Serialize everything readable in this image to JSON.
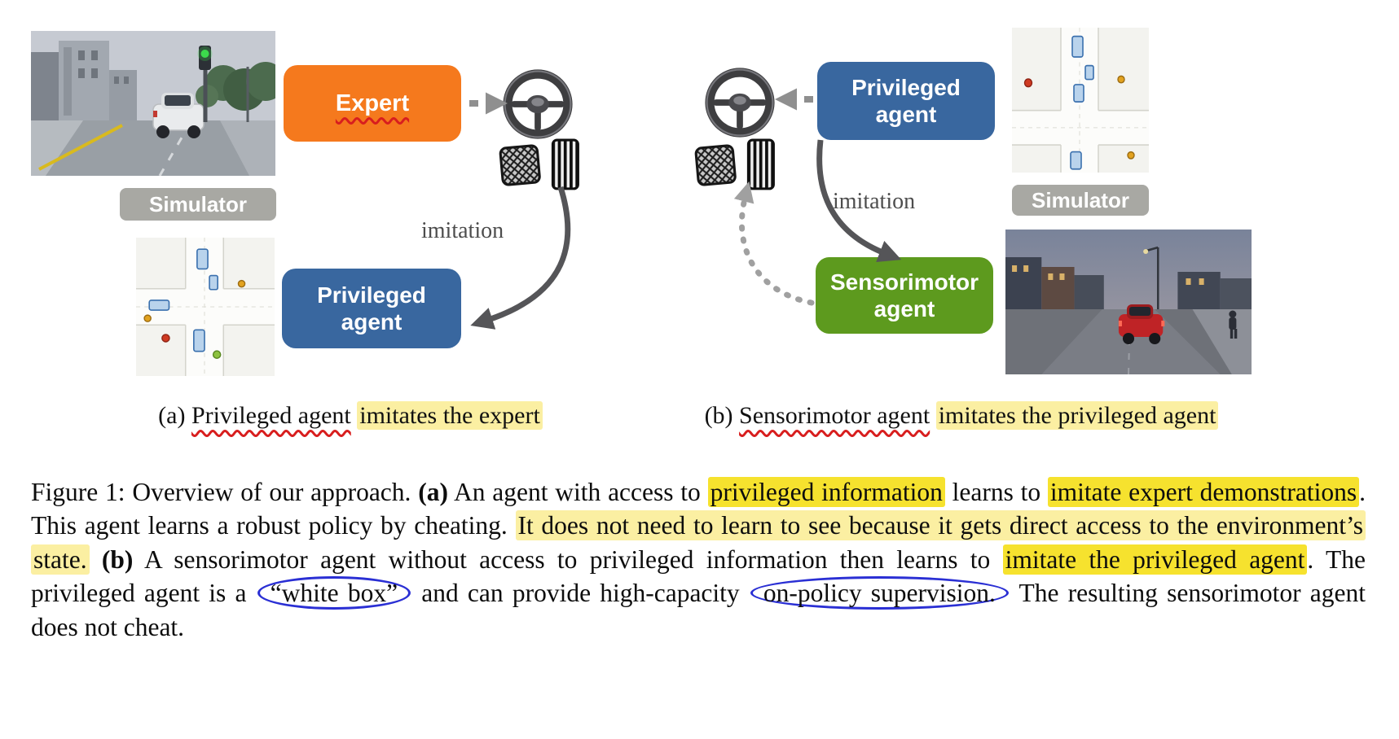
{
  "panel_a": {
    "expert_box": {
      "label": "Expert"
    },
    "privileged_box": {
      "label": "Privileged agent"
    },
    "simulator_label": "Simulator",
    "imitation_label": "imitation",
    "caption": {
      "prefix": "(a) ",
      "subject": "Privileged agent",
      "highlighted": "imitates the expert"
    }
  },
  "panel_b": {
    "privileged_box": {
      "label": "Privileged agent"
    },
    "sensorimotor_box": {
      "label": "Sensorimotor agent"
    },
    "simulator_label": "Simulator",
    "imitation_label": "imitation",
    "caption": {
      "prefix": "(b) ",
      "subject": "Sensorimotor agent",
      "highlighted": "imitates the privileged agent"
    }
  },
  "figure_caption": {
    "segments": [
      {
        "text": "Figure 1:  Overview of our approach. ",
        "style": "normal"
      },
      {
        "text": "(a)",
        "style": "bold"
      },
      {
        "text": " An agent with access to ",
        "style": "normal"
      },
      {
        "text": "privileged information",
        "style": "highlight-strong"
      },
      {
        "text": " learns to ",
        "style": "normal"
      },
      {
        "text": "imitate expert demonstrations",
        "style": "highlight-strong"
      },
      {
        "text": ". This agent learns a robust policy by cheating. ",
        "style": "normal"
      },
      {
        "text": "It does not need to learn to see because it gets direct access to the environment’s state.",
        "style": "highlight-light"
      },
      {
        "text": " ",
        "style": "normal"
      },
      {
        "text": "(b)",
        "style": "bold"
      },
      {
        "text": " A sensorimotor agent without access to privileged information then learns to ",
        "style": "normal"
      },
      {
        "text": "imitate the privileged agent",
        "style": "highlight-strong"
      },
      {
        "text": ". The privileged agent is a ",
        "style": "normal"
      },
      {
        "text": "“white box”",
        "style": "blue-circle"
      },
      {
        "text": " and can provide high-capacity ",
        "style": "normal"
      },
      {
        "text": "on-policy supervision.",
        "style": "blue-circle"
      },
      {
        "text": " The resulting sensorimotor agent does not cheat.",
        "style": "normal"
      }
    ]
  },
  "colors": {
    "expert_orange": "#f5791d",
    "privileged_blue": "#39679f",
    "sensorimotor_green": "#5d9a1e",
    "simulator_gray": "#a8a8a3",
    "highlight_strong": "#f6e22e",
    "highlight_light": "#fbefa2",
    "annotation_red": "#d81e1e",
    "annotation_blue": "#2a2fd4",
    "arrow_dark": "#555558",
    "arrow_gray": "#8f8f8f"
  },
  "icons": {
    "steering_wheel": "steering-wheel",
    "brake_pedal": "brake-pedal",
    "accelerator_pedal": "accelerator-pedal",
    "imitation_arrow": "imitation-arrow"
  }
}
